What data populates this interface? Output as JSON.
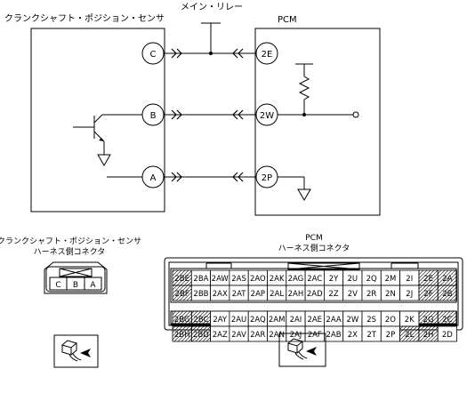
{
  "schematic": {
    "sensor_label": "クランクシャフト・ポジション・センサ",
    "relay_label": "メイン・リレー",
    "pcm_label": "PCM",
    "sensor_terminals": [
      "C",
      "B",
      "A"
    ],
    "pcm_terminals": [
      "2E",
      "2W",
      "2P"
    ]
  },
  "sensor_connector": {
    "title_line1": "クランクシャフト・ポジション・センサ",
    "title_line2": "ハーネス側コネクタ",
    "pins": [
      "C",
      "B",
      "A"
    ]
  },
  "pcm_connector": {
    "title_line1": "PCM",
    "title_line2": "ハーネス側コネクタ",
    "upper_rows": [
      [
        "2BE",
        "2BA",
        "2AW",
        "2AS",
        "2AO",
        "2AK",
        "2AG",
        "2AC",
        "2Y",
        "2U",
        "2Q",
        "2M",
        "2I",
        "2E",
        "2A"
      ],
      [
        "2BF",
        "2BB",
        "2AX",
        "2AT",
        "2AP",
        "2AL",
        "2AH",
        "2AD",
        "2Z",
        "2V",
        "2R",
        "2N",
        "2J",
        "2F",
        "2B"
      ]
    ],
    "lower_rows": [
      [
        "2BG",
        "2BC",
        "2AY",
        "2AU",
        "2AQ",
        "2AM",
        "2AI",
        "2AE",
        "2AA",
        "2W",
        "2S",
        "2O",
        "2K",
        "2G",
        "2C"
      ],
      [
        "2BH",
        "2BD",
        "2AZ",
        "2AV",
        "2AR",
        "2AN",
        "2AJ",
        "2AF",
        "2AB",
        "2X",
        "2T",
        "2P",
        "2L",
        "2H",
        "2D"
      ]
    ]
  }
}
